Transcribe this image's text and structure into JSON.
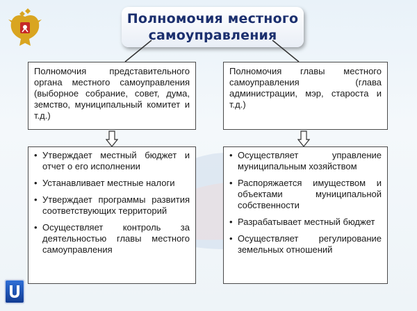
{
  "title": "Полномочия местного самоуправления",
  "left": {
    "header": "Полномочия представительного органа местного самоуправления (выборное собрание, совет, дума, земство, муниципальный комитет и т.д.)",
    "items": [
      "Утверждает местный бюджет и отчет о его исполнении",
      "Устанавливает местные налоги",
      "Утверждает программы развития соответствующих территорий",
      "Осуществляет контроль за деятельностью главы местного самоуправления"
    ]
  },
  "right": {
    "header": "Полномочия главы местного самоуправления (глава администрации, мэр, староста и т.д.)",
    "items": [
      "Осуществляет управление муниципальным хозяйством",
      "Распоряжается имуществом и объектами муниципальной собственности",
      "Разрабатывает местный бюджет",
      "Осуществляет регулирование земельных отношений"
    ]
  },
  "colors": {
    "title_text": "#1b2f6e",
    "box_border": "#4a4a4a",
    "emblem_gold": "#d9a520",
    "emblem_red": "#c62828",
    "logo_blue": "#1f56b8"
  },
  "icons": {
    "emblem": "russian-coat-of-arms-icon",
    "logo": "u-logo-icon"
  }
}
